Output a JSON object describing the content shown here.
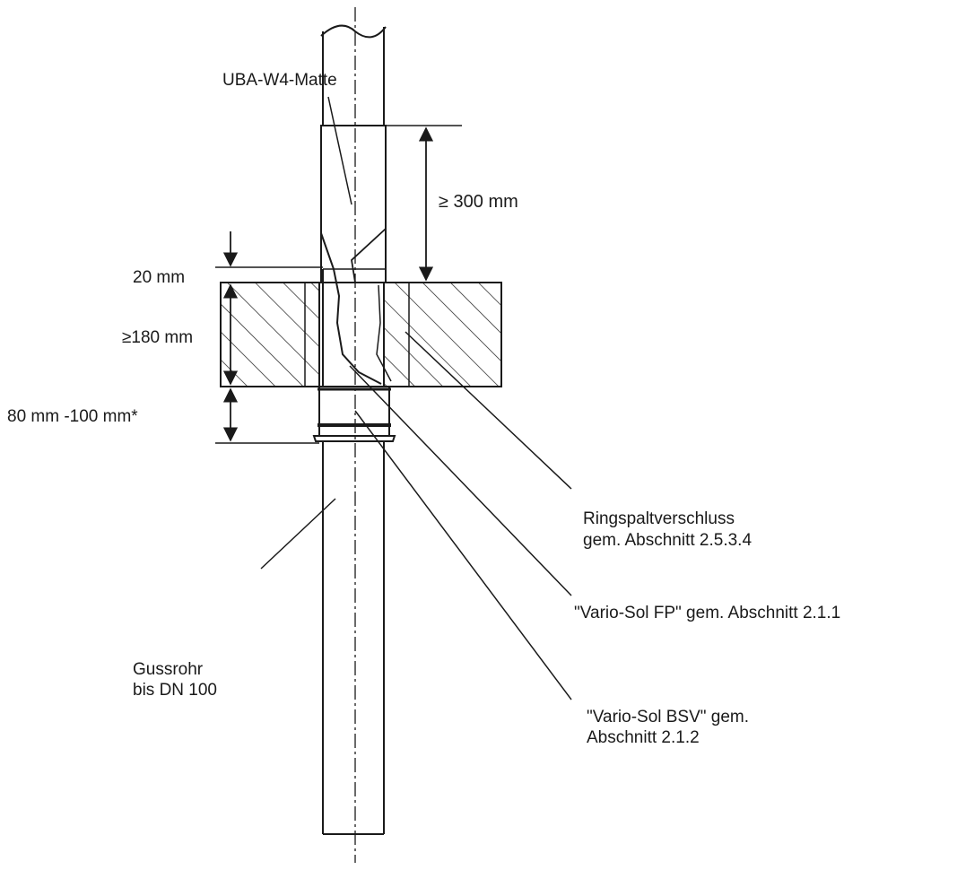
{
  "labels": {
    "uba_matte": "UBA-W4-Matte",
    "dim_300": "≥ 300 mm",
    "dim_20": "20 mm",
    "dim_180": "≥180 mm",
    "dim_80_100": "80 mm -100 mm*",
    "ringspalt_line1": "Ringspaltverschluss",
    "ringspalt_line2": "gem. Abschnitt 2.5.3.4",
    "vario_fp": "\"Vario-Sol FP\" gem. Abschnitt 2.1.1",
    "gussrohr_line1": "Gussrohr",
    "gussrohr_line2": "bis DN 100",
    "vario_bsv_line1": "\"Vario-Sol BSV\" gem.",
    "vario_bsv_line2": "Abschnitt 2.1.2"
  }
}
